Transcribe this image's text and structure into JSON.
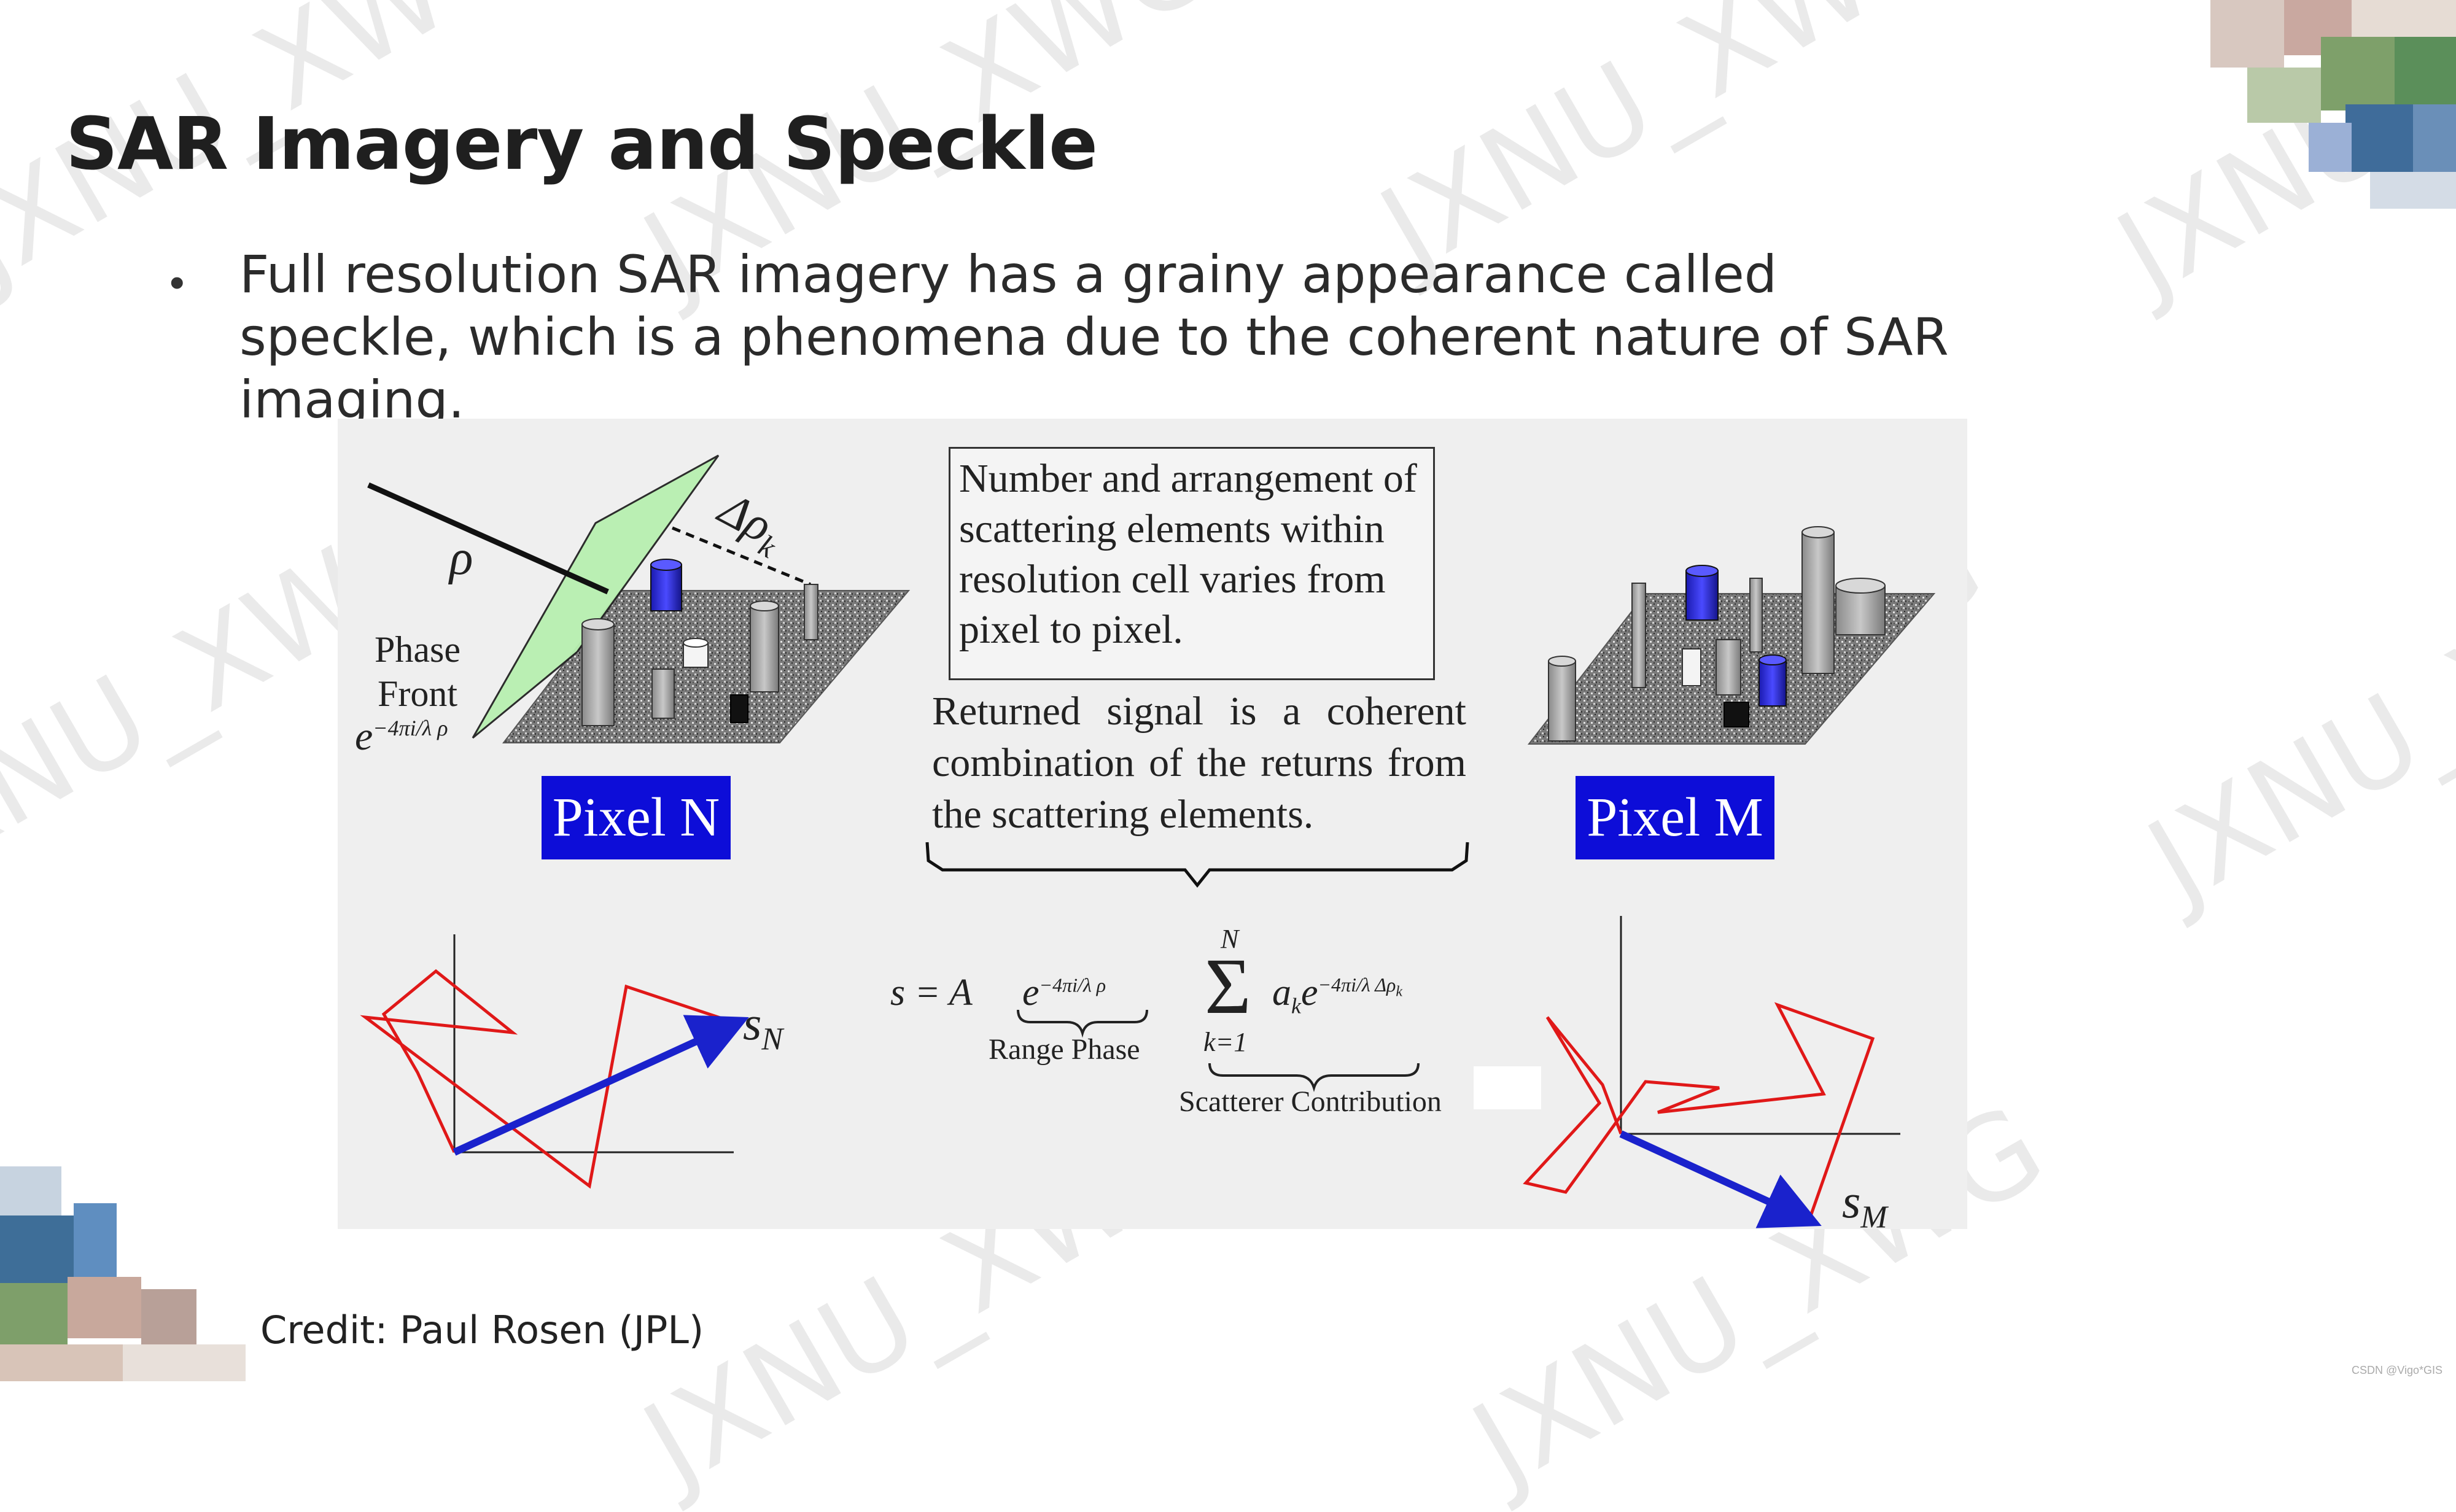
{
  "slide": {
    "title": "SAR Imagery and Speckle",
    "bullet": "Full resolution SAR imagery has a grainy appearance called speckle, which is a phenomena due to the coherent nature of SAR imaging.",
    "credit": "Credit: Paul Rosen (JPL)",
    "watermarks": [
      "JXNU_XWG",
      "JXNU_XWG",
      "JXNU_XWG",
      "JXNU_XWG",
      "JXNU_XWG",
      "JXNU_XWG",
      "JXNU_XWG",
      "JXNU_XWG",
      "JXNU_XWG",
      "JXNU_XWG"
    ],
    "corner_mark": "CSDN @Vigo*GIS"
  },
  "figure": {
    "rho": "ρ",
    "delta_rho": "Δρ",
    "delta_rho_sub": "k",
    "phase_front": "Phase",
    "phase_front_2": "Front",
    "phase_base": "e",
    "phase_exp": "−4πi/λ ρ",
    "pixel_n": "Pixel N",
    "pixel_m": "Pixel M",
    "box_text": "Number and arrangement of scattering elements within resolution cell varies from pixel to pixel.",
    "returned_signal": "Returned signal is a coherent combination of the returns from the scattering elements.",
    "eq_lhs": "s = A",
    "eq_e": "e",
    "eq_exp": "−4πi/λ ρ",
    "range_phase": "Range Phase",
    "sum_top": "N",
    "sum_sigma": "Σ",
    "sum_bottom": "k=1",
    "sum_term": "a",
    "sum_term_sub": "k",
    "sum_e": "e",
    "sum_exp": "−4πi/λ Δρ",
    "sum_exp_sub": "k",
    "scatterer_contribution": "Scatterer Contribution",
    "s_n": "s",
    "s_n_sub": "N",
    "s_m": "s",
    "s_m_sub": "M"
  },
  "colors": {
    "pixel_box": "#0d0dd8",
    "arrow_red": "#e01818",
    "arrow_blue": "#1a22cc",
    "phase_plane": "#b8f0b0"
  }
}
